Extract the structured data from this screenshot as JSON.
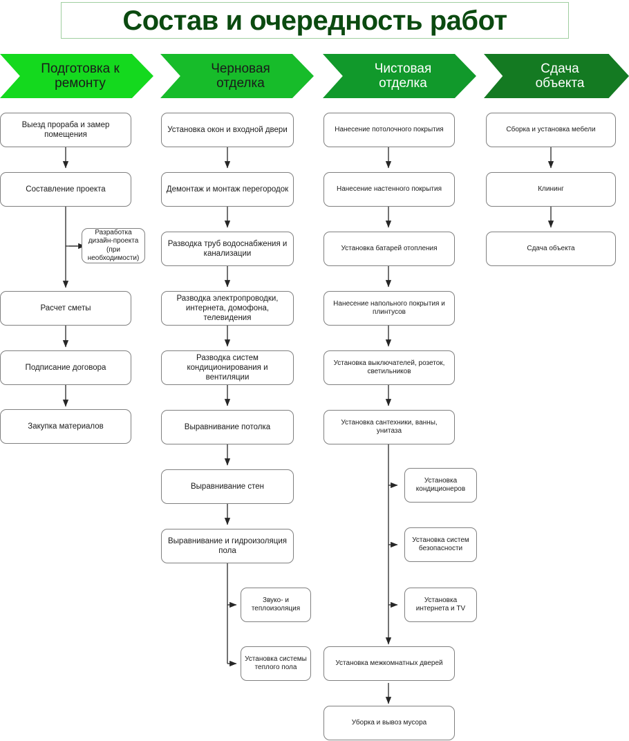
{
  "title": "Состав и очередность работ",
  "colors": {
    "title_text": "#0b4a10",
    "title_border": "#9fce9f",
    "phase1_fill": "#14d91e",
    "phase2_fill": "#17bc2a",
    "phase3_fill": "#11992b",
    "phase4_fill": "#147a22",
    "phase1_text": "#1a1a1a",
    "phase2_text": "#1a1a1a",
    "phase3_text": "#ffffff",
    "phase4_text": "#ffffff",
    "node_border": "#7f7f7f",
    "node_fill": "#ffffff",
    "node_text": "#1a1a1a",
    "connector": "#262626"
  },
  "phases": [
    {
      "label": "Подготовка к\nремонту"
    },
    {
      "label": "Черновая\nотделка"
    },
    {
      "label": "Чистовая\nотделка"
    },
    {
      "label": "Сдача\nобъекта"
    }
  ],
  "columns": [
    {
      "phase": "Подготовка к ремонту",
      "nodes": [
        {
          "label": "Выезд прораба и замер помещения"
        },
        {
          "label": "Составление проекта"
        },
        {
          "label": "Разработка дизайн-проекта (при необходимости)"
        },
        {
          "label": "Расчет сметы"
        },
        {
          "label": "Подписание договора"
        },
        {
          "label": "Закупка материалов"
        }
      ]
    },
    {
      "phase": "Черновая отделка",
      "nodes": [
        {
          "label": "Установка окон и входной двери"
        },
        {
          "label": "Демонтаж и монтаж перегородок"
        },
        {
          "label": "Разводка труб водоснабжения и канализации"
        },
        {
          "label": "Разводка электропроводки, интернета, домофона, телевидения"
        },
        {
          "label": "Разводка систем кондиционирования и вентиляции"
        },
        {
          "label": "Выравнивание потолка"
        },
        {
          "label": "Выравнивание стен"
        },
        {
          "label": "Выравнивание и гидроизоляция пола"
        },
        {
          "label": "Звуко- и теплоизоляция"
        },
        {
          "label": "Установка системы теплого пола"
        }
      ]
    },
    {
      "phase": "Чистовая отделка",
      "nodes": [
        {
          "label": "Нанесение потолочного покрытия"
        },
        {
          "label": "Нанесение настенного покрытия"
        },
        {
          "label": "Установка батарей отопления"
        },
        {
          "label": "Нанесение напольного покрытия и плинтусов"
        },
        {
          "label": "Установка выключателей, розеток, светильников"
        },
        {
          "label": "Установка сантехники, ванны, унитаза"
        },
        {
          "label": "Установка кондиционеров"
        },
        {
          "label": "Установка систем безопасности"
        },
        {
          "label": "Установка интернета и TV"
        },
        {
          "label": "Установка межкомнатных дверей"
        },
        {
          "label": "Уборка и вывоз мусора"
        }
      ]
    },
    {
      "phase": "Сдача объекта",
      "nodes": [
        {
          "label": "Сборка и установка мебели"
        },
        {
          "label": "Клининг"
        },
        {
          "label": "Сдача объекта"
        }
      ]
    }
  ]
}
